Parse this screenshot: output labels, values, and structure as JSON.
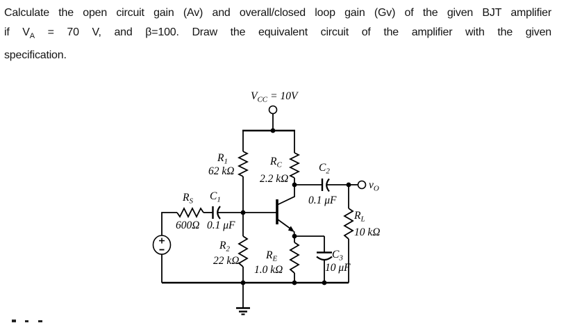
{
  "problem": {
    "line1": "Calculate the open circuit gain (Av) and overall/closed loop gain (Gv) of the given BJT amplifier",
    "line2_prefix": "if V",
    "line2_sub": "A",
    "line2_rest": " = 70 V, and β=100. Draw the equivalent circuit of the amplifier with the given",
    "line3": "specification."
  },
  "circuit": {
    "vcc": {
      "name": "V",
      "sub": "CC",
      "eq": "= 10V"
    },
    "r1": {
      "name": "R",
      "sub": "1",
      "value": "62 kΩ"
    },
    "rc": {
      "name": "R",
      "sub": "C",
      "value": "2.2 kΩ"
    },
    "rs": {
      "name": "R",
      "sub": "S",
      "value": "600Ω"
    },
    "c1": {
      "name": "C",
      "sub": "1",
      "value": "0.1 μF"
    },
    "r2": {
      "name": "R",
      "sub": "2",
      "value": "22 kΩ"
    },
    "re": {
      "name": "R",
      "sub": "E",
      "value": "1.0 kΩ"
    },
    "c2": {
      "name": "C",
      "sub": "2",
      "value": "0.1 μF"
    },
    "c3": {
      "name": "C",
      "sub": "3",
      "value": "10 μF"
    },
    "rl": {
      "name": "R",
      "sub": "L",
      "value": "10 kΩ"
    },
    "vo": {
      "name": "v",
      "sub": "O"
    },
    "source": {
      "plus": "+",
      "minus": "−"
    }
  }
}
